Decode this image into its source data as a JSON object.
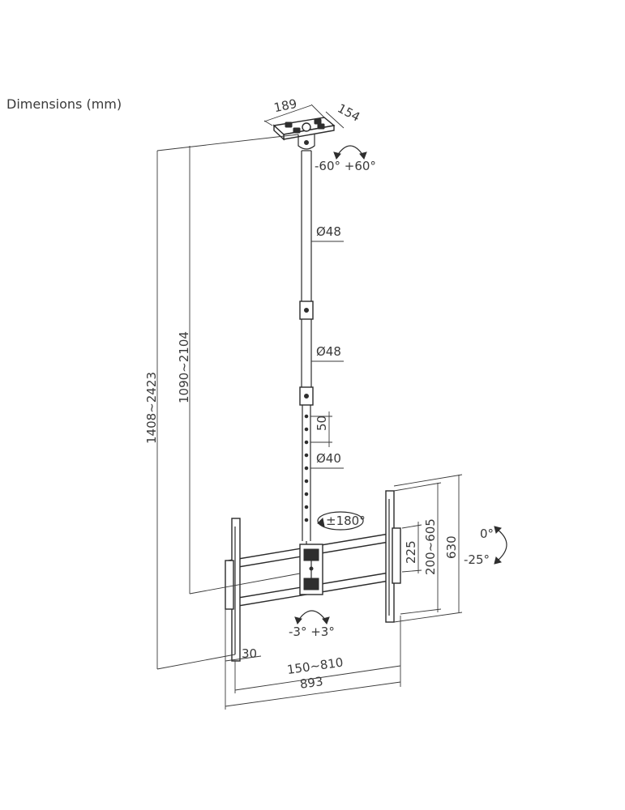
{
  "title": "Dimensions (mm)",
  "labels": {
    "plate_width": "189",
    "plate_depth": "154",
    "swivel_top": "-60° +60°",
    "pole_upper_diameter": "Ø48",
    "pole_mid_diameter": "Ø48",
    "hole_spacing": "50",
    "pole_lower_diameter": "Ø40",
    "rotation": "±180°",
    "total_height": "1408~2423",
    "pole_height": "1090~2104",
    "vesa_height_small": "225",
    "vesa_height_range": "200~605",
    "bracket_height": "630",
    "tilt_top": "0°",
    "tilt_bottom": "-25°",
    "level_adjust": "-3°  +3°",
    "depth_offset": "30",
    "vesa_width_range": "150~810",
    "overall_width": "893"
  }
}
